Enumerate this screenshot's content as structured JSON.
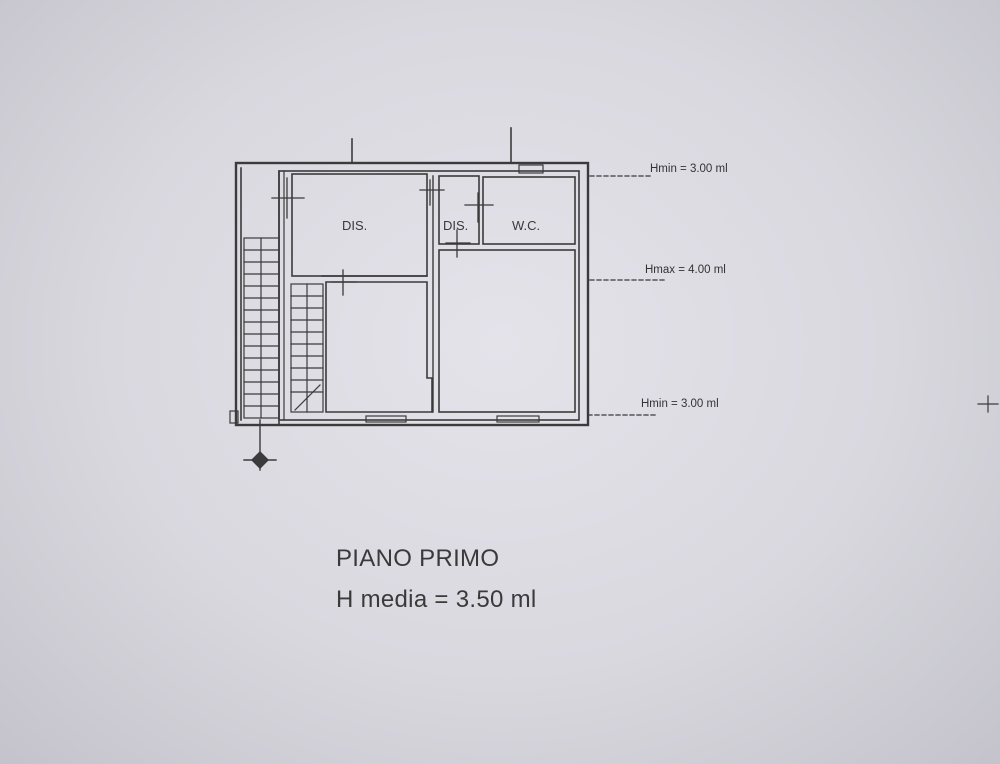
{
  "plan": {
    "rooms": [
      {
        "id": "dis-1",
        "label": "DIS."
      },
      {
        "id": "dis-2",
        "label": "DIS."
      },
      {
        "id": "wc",
        "label": "W.C."
      }
    ],
    "heights": [
      {
        "id": "h-top",
        "label": "Hmin = 3.00 ml"
      },
      {
        "id": "h-mid",
        "label": "Hmax = 4.00 ml"
      },
      {
        "id": "h-bottom",
        "label": "Hmin = 3.00 ml"
      }
    ]
  },
  "caption": {
    "floor_name": "PIANO PRIMO",
    "average_height": "H media = 3.50 ml"
  }
}
